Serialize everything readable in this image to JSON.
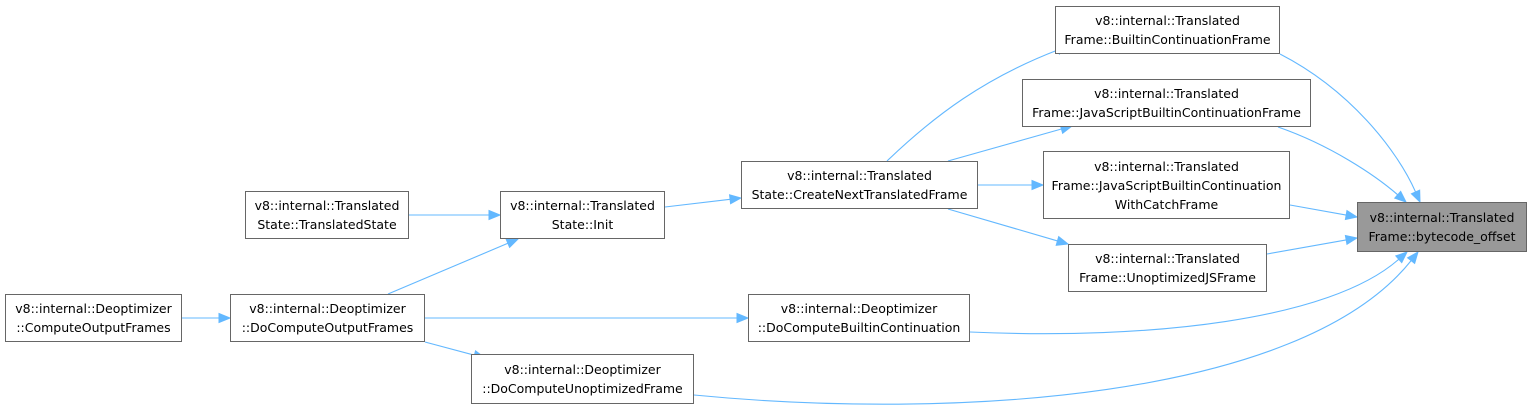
{
  "diagram": {
    "edge_color": "#63b8ff",
    "highlight_fill": "#999999",
    "nodes": [
      {
        "id": "bytecode_offset",
        "lines": [
          "v8::internal::Translated",
          "Frame::bytecode_offset"
        ],
        "highlight": true
      },
      {
        "id": "builtin_continuation_frame",
        "lines": [
          "v8::internal::Translated",
          "Frame::BuiltinContinuationFrame"
        ]
      },
      {
        "id": "js_builtin_continuation_frame",
        "lines": [
          "v8::internal::Translated",
          "Frame::JavaScriptBuiltinContinuationFrame"
        ]
      },
      {
        "id": "js_builtin_continuation_with_catch_frame",
        "lines": [
          "v8::internal::Translated",
          "Frame::JavaScriptBuiltinContinuation",
          "WithCatchFrame"
        ]
      },
      {
        "id": "unoptimized_js_frame",
        "lines": [
          "v8::internal::Translated",
          "Frame::UnoptimizedJSFrame"
        ]
      },
      {
        "id": "create_next_translated_frame",
        "lines": [
          "v8::internal::Translated",
          "State::CreateNextTranslatedFrame"
        ]
      },
      {
        "id": "translated_state_init",
        "lines": [
          "v8::internal::Translated",
          "State::Init"
        ]
      },
      {
        "id": "translated_state_ctor",
        "lines": [
          "v8::internal::Translated",
          "State::TranslatedState"
        ]
      },
      {
        "id": "do_compute_output_frames",
        "lines": [
          "v8::internal::Deoptimizer",
          "::DoComputeOutputFrames"
        ]
      },
      {
        "id": "compute_output_frames",
        "lines": [
          "v8::internal::Deoptimizer",
          "::ComputeOutputFrames"
        ]
      },
      {
        "id": "do_compute_builtin_continuation",
        "lines": [
          "v8::internal::Deoptimizer",
          "::DoComputeBuiltinContinuation"
        ]
      },
      {
        "id": "do_compute_unoptimized_frame",
        "lines": [
          "v8::internal::Deoptimizer",
          "::DoComputeUnoptimizedFrame"
        ]
      }
    ],
    "edges": [
      {
        "from": "builtin_continuation_frame",
        "to": "bytecode_offset"
      },
      {
        "from": "js_builtin_continuation_frame",
        "to": "bytecode_offset"
      },
      {
        "from": "js_builtin_continuation_with_catch_frame",
        "to": "bytecode_offset"
      },
      {
        "from": "unoptimized_js_frame",
        "to": "bytecode_offset"
      },
      {
        "from": "do_compute_builtin_continuation",
        "to": "bytecode_offset"
      },
      {
        "from": "do_compute_unoptimized_frame",
        "to": "bytecode_offset"
      },
      {
        "from": "create_next_translated_frame",
        "to": "builtin_continuation_frame"
      },
      {
        "from": "create_next_translated_frame",
        "to": "js_builtin_continuation_frame"
      },
      {
        "from": "create_next_translated_frame",
        "to": "js_builtin_continuation_with_catch_frame"
      },
      {
        "from": "create_next_translated_frame",
        "to": "unoptimized_js_frame"
      },
      {
        "from": "translated_state_init",
        "to": "create_next_translated_frame"
      },
      {
        "from": "translated_state_ctor",
        "to": "translated_state_init"
      },
      {
        "from": "do_compute_output_frames",
        "to": "translated_state_init"
      },
      {
        "from": "compute_output_frames",
        "to": "do_compute_output_frames"
      },
      {
        "from": "do_compute_output_frames",
        "to": "do_compute_builtin_continuation"
      },
      {
        "from": "do_compute_output_frames",
        "to": "do_compute_unoptimized_frame"
      }
    ]
  }
}
